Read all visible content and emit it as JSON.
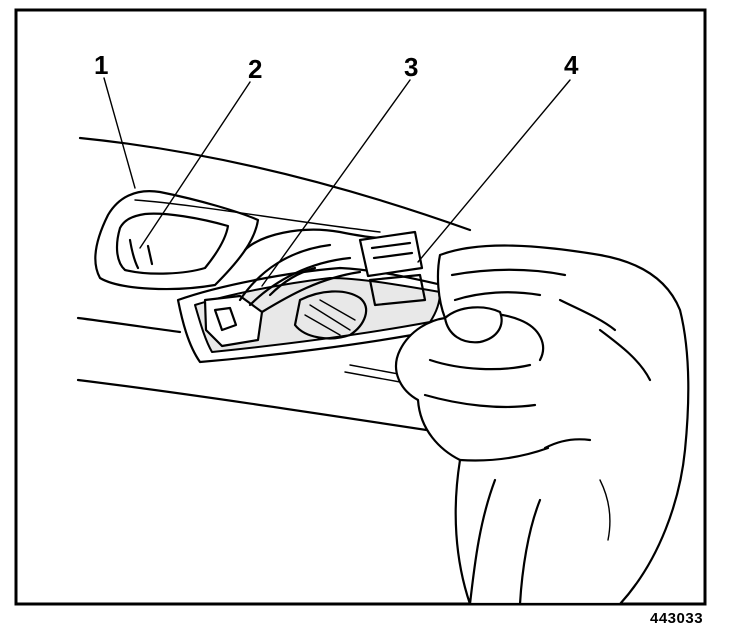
{
  "callouts": [
    {
      "label": "1"
    },
    {
      "label": "2"
    },
    {
      "label": "3"
    },
    {
      "label": "4"
    }
  ],
  "figure_number": "443033",
  "colors": {
    "line": "#000000",
    "background": "#ffffff",
    "shade": "#e8e8e8"
  }
}
